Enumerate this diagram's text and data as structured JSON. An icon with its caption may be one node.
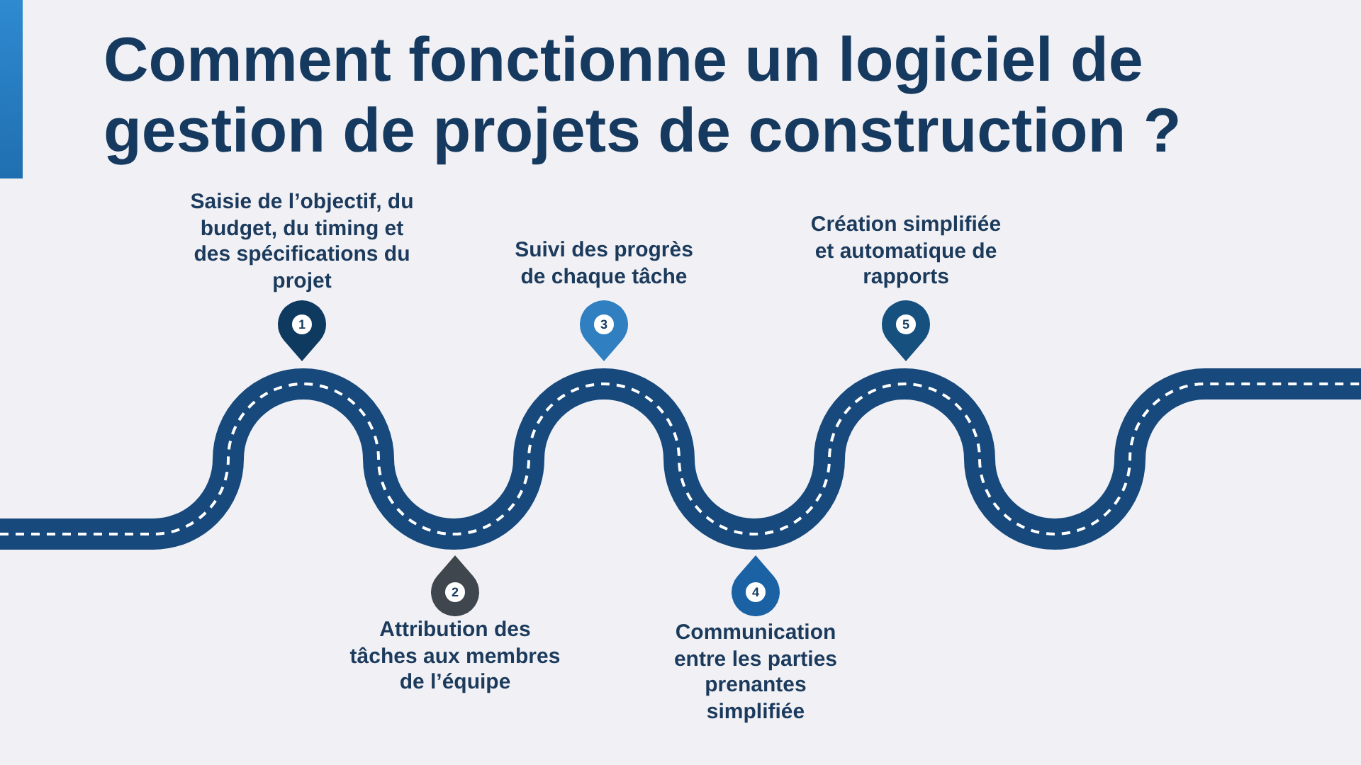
{
  "diagram": {
    "title": "Comment fonctionne un logiciel de gestion de projets de construction ?",
    "nodes": [
      {
        "text": [
          "1"
        ],
        "beside": [
          "Saisie de l’objectif, du budget, du timing et des spécifications du projet"
        ]
      },
      {
        "text": [
          "2"
        ],
        "beside": [
          "Attribution des tâches aux membres de l’équipe"
        ]
      },
      {
        "text": [
          "3"
        ],
        "beside": [
          "Suivi des progrès de chaque tâche"
        ]
      },
      {
        "text": [
          "4"
        ],
        "beside": [
          "Communication entre les parties prenantes simplifiée"
        ]
      },
      {
        "text": [
          "5"
        ],
        "beside": [
          "Création simplifiée et automatique de rapports"
        ]
      }
    ]
  }
}
